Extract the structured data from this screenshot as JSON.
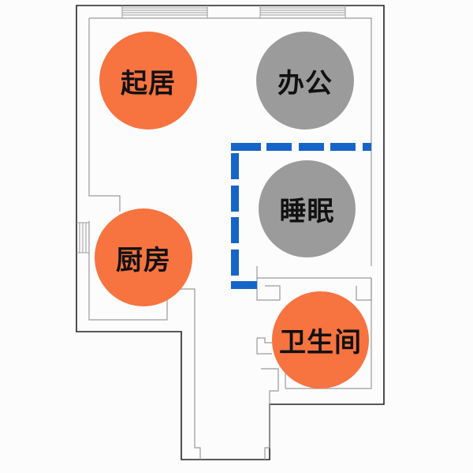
{
  "colors": {
    "active_zone": "#f77340",
    "inactive_zone": "#9b9b9b",
    "dashed_partition": "#1565c8",
    "outer_wall": "#222222",
    "inner_wall": "#9a9a9a"
  },
  "zones": [
    {
      "id": "living",
      "label": "起居",
      "state": "active"
    },
    {
      "id": "office",
      "label": "办公",
      "state": "inactive"
    },
    {
      "id": "sleep",
      "label": "睡眠",
      "state": "inactive"
    },
    {
      "id": "kitchen",
      "label": "厨房",
      "state": "active"
    },
    {
      "id": "bathroom",
      "label": "卫生间",
      "state": "active"
    }
  ]
}
